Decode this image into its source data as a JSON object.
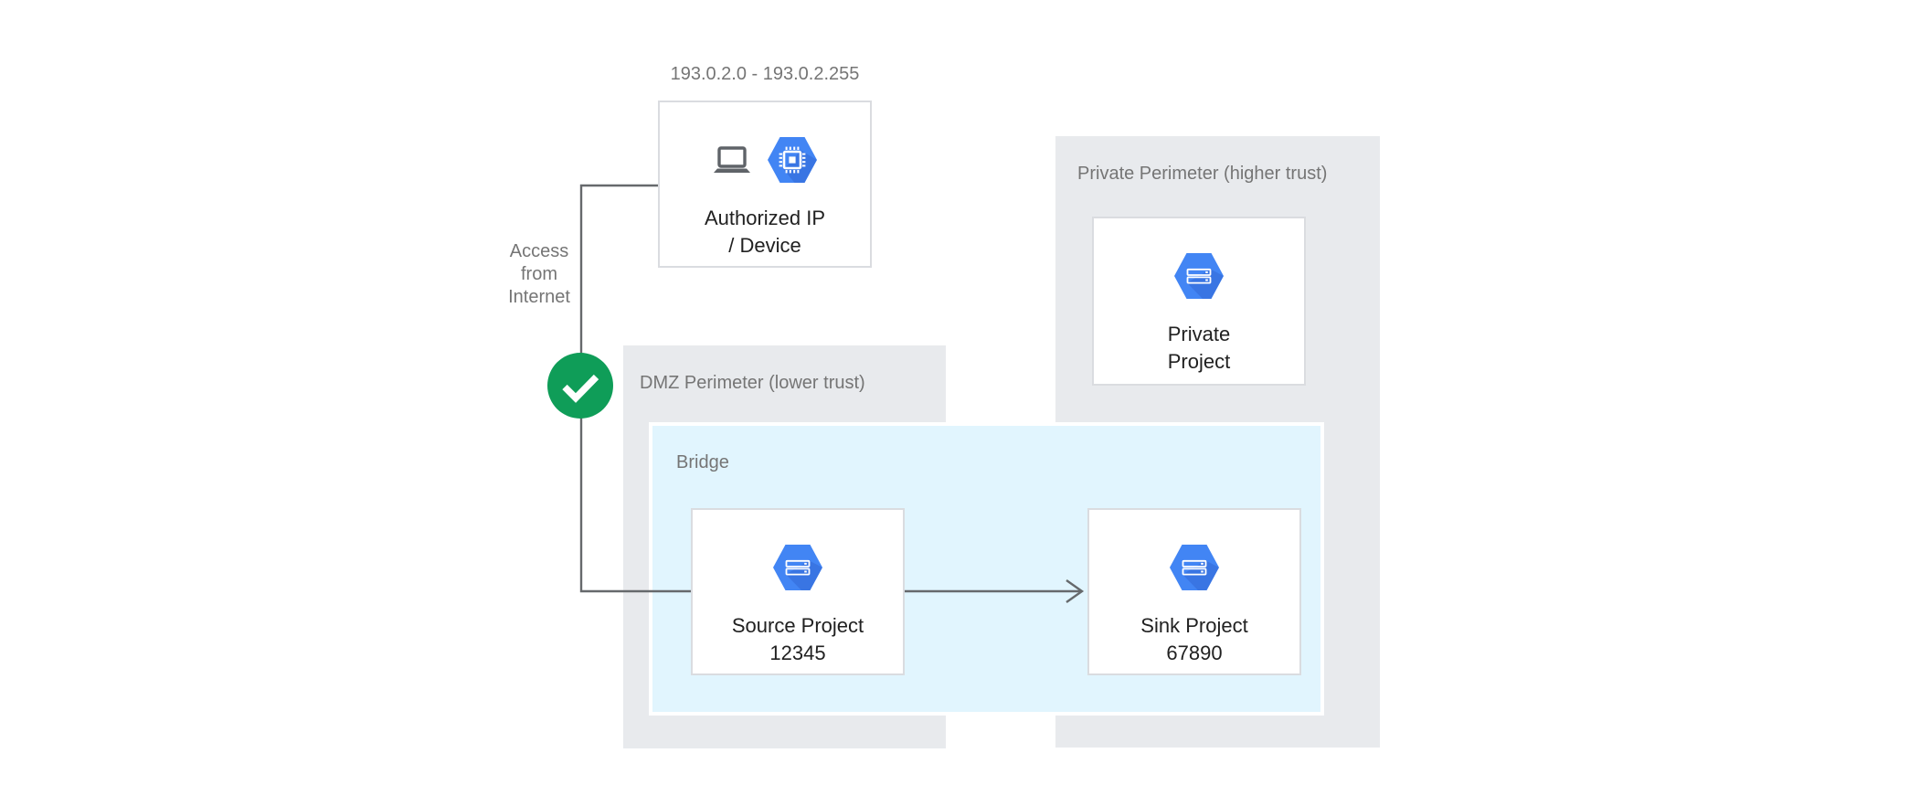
{
  "colors": {
    "hexagon_blue": "#4285F4",
    "hexagon_shadow_blue": "#3367D6",
    "check_green": "#0F9D58",
    "perimeter_gray": "#E8EAED",
    "bridge_light_blue": "#E1F5FE",
    "box_border_gray": "#DADCE0",
    "connector_gray": "#66696C",
    "device_icon_gray": "#5F6368",
    "label_gray": "#757575",
    "title_dark": "#212121"
  },
  "icons": {
    "laptop": "laptop-icon",
    "chip_hexagon": "compute-chip-hexagon-icon",
    "project_hexagon": "project-servers-hexagon-icon",
    "check": "check-circle-icon",
    "arrow": "arrow-right-icon"
  },
  "labels": {
    "ip_range": "193.0.2.0 - 193.0.2.255",
    "access": {
      "line1": "Access",
      "line2": "from",
      "line3": "Internet"
    }
  },
  "containers": {
    "dmz": {
      "label": "DMZ Perimeter (lower trust)"
    },
    "bridge": {
      "label": "Bridge"
    },
    "private": {
      "label": "Private Perimeter (higher trust)"
    }
  },
  "nodes": {
    "authorized": {
      "line1": "Authorized IP",
      "line2": "/ Device"
    },
    "source": {
      "line1": "Source Project",
      "line2": "12345"
    },
    "sink": {
      "line1": "Sink Project",
      "line2": "67890"
    },
    "private": {
      "line1": "Private",
      "line2": "Project"
    }
  }
}
